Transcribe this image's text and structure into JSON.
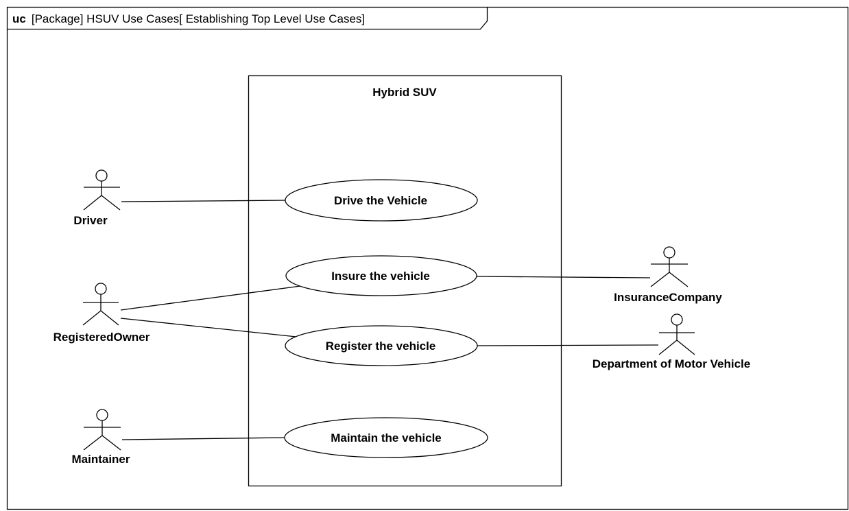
{
  "frame": {
    "kind": "uc",
    "title": "[Package] HSUV Use Cases[ Establishing Top Level Use Cases]"
  },
  "system_boundary": {
    "label": "Hybrid SUV"
  },
  "actors": {
    "driver": "Driver",
    "registered_owner": "RegisteredOwner",
    "maintainer": "Maintainer",
    "insurance_company": "InsuranceCompany",
    "dmv": "Department of Motor Vehicle"
  },
  "use_cases": {
    "drive": "Drive the Vehicle",
    "insure": "Insure the vehicle",
    "register": "Register the vehicle",
    "maintain": "Maintain the vehicle"
  }
}
